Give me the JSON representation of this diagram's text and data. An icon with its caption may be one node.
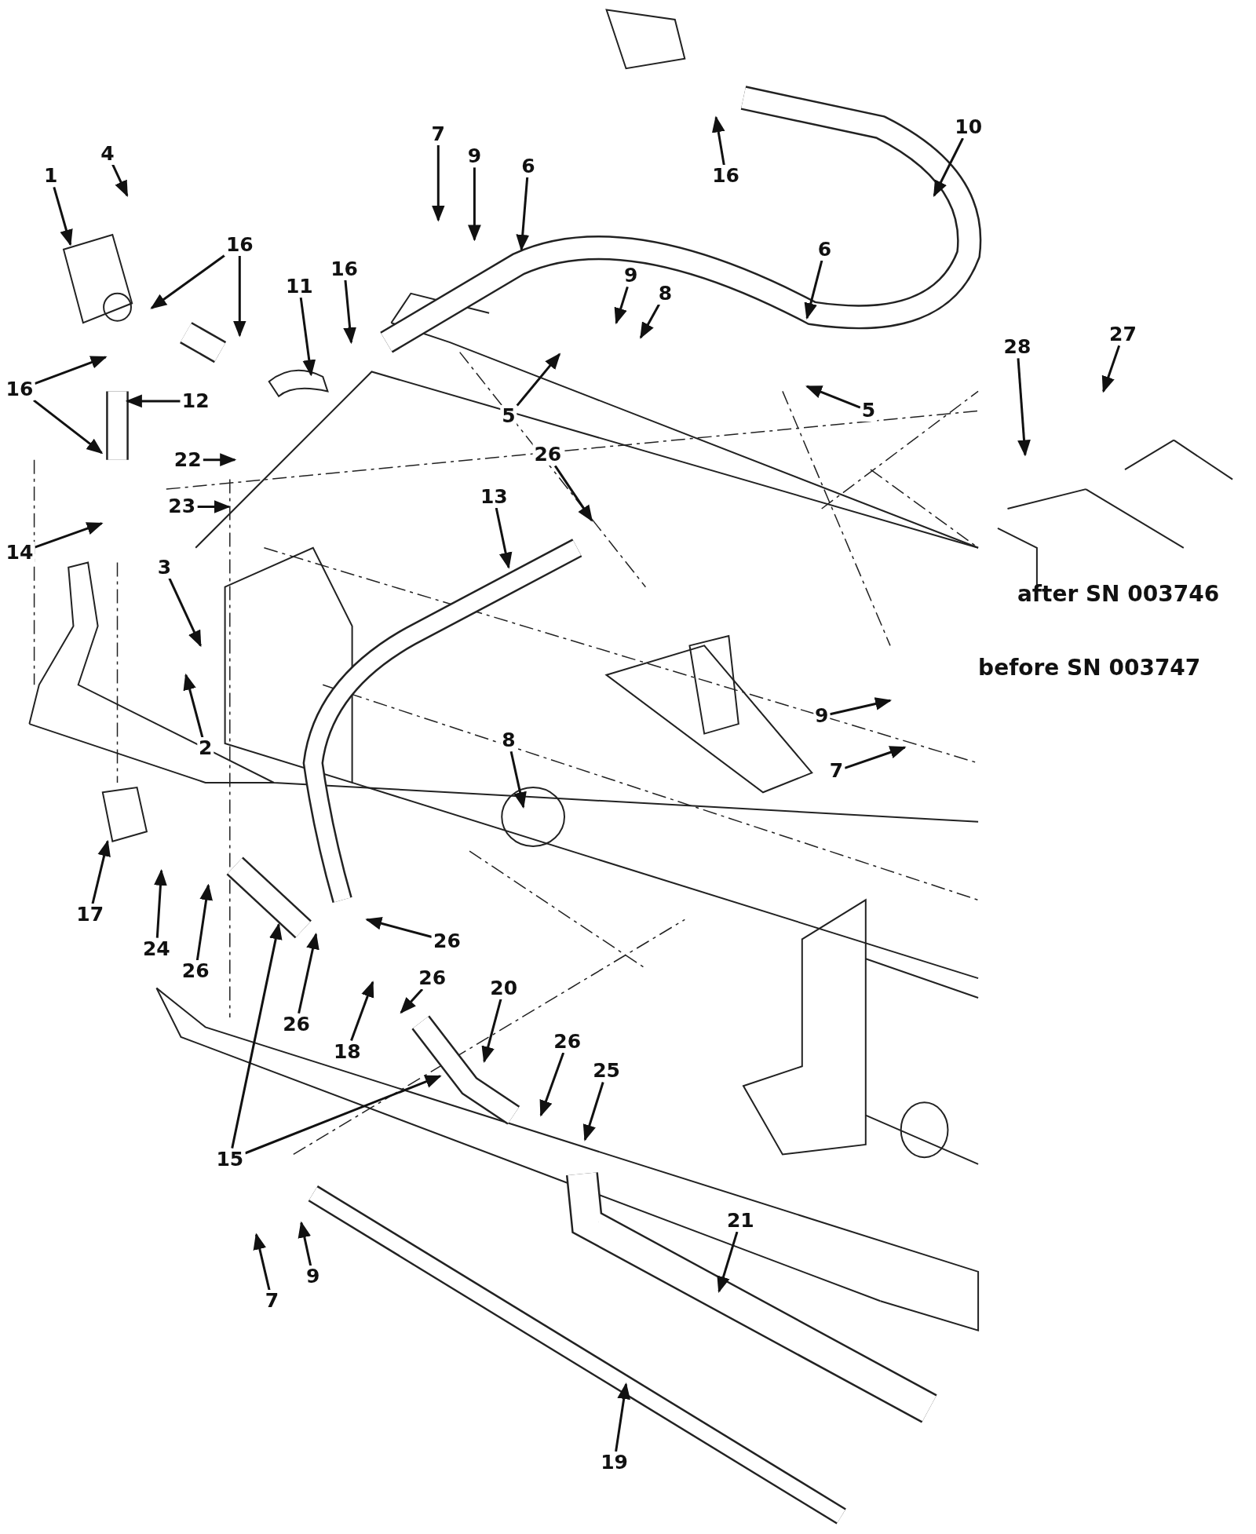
{
  "diagram": {
    "nodes": [
      {
        "text": [
          "1"
        ]
      },
      {
        "text": [
          "4"
        ]
      },
      {
        "text": [
          "16"
        ]
      },
      {
        "text": [
          "16"
        ]
      },
      {
        "text": [
          "11"
        ]
      },
      {
        "text": [
          "16"
        ]
      },
      {
        "text": [
          "12"
        ]
      },
      {
        "text": [
          "22"
        ]
      },
      {
        "text": [
          "23"
        ]
      },
      {
        "text": [
          "14"
        ]
      },
      {
        "text": [
          "3"
        ]
      },
      {
        "text": [
          "2"
        ]
      },
      {
        "text": [
          "7"
        ]
      },
      {
        "text": [
          "9"
        ]
      },
      {
        "text": [
          "6"
        ]
      },
      {
        "text": [
          "9"
        ]
      },
      {
        "text": [
          "8"
        ]
      },
      {
        "text": [
          "6"
        ]
      },
      {
        "text": [
          "5"
        ]
      },
      {
        "text": [
          "5"
        ]
      },
      {
        "text": [
          "10"
        ]
      },
      {
        "text": [
          "16"
        ]
      },
      {
        "text": [
          "28"
        ]
      },
      {
        "text": [
          "27"
        ]
      },
      {
        "text": [
          "26"
        ]
      },
      {
        "text": [
          "13"
        ]
      },
      {
        "text": [
          "9"
        ]
      },
      {
        "text": [
          "7"
        ]
      },
      {
        "text": [
          "8"
        ]
      },
      {
        "text": [
          "17"
        ]
      },
      {
        "text": [
          "24"
        ]
      },
      {
        "text": [
          "26"
        ]
      },
      {
        "text": [
          "15"
        ]
      },
      {
        "text": [
          "26"
        ]
      },
      {
        "text": [
          "26"
        ]
      },
      {
        "text": [
          "18"
        ]
      },
      {
        "text": [
          "26"
        ]
      },
      {
        "text": [
          "20"
        ]
      },
      {
        "text": [
          "26"
        ]
      },
      {
        "text": [
          "25"
        ]
      },
      {
        "text": [
          "21"
        ]
      },
      {
        "text": [
          "7"
        ]
      },
      {
        "text": [
          "9"
        ]
      },
      {
        "text": [
          "19"
        ]
      }
    ],
    "edges": [
      {
        "from": 0,
        "to": null,
        "arrow": "to"
      },
      {
        "from": 1,
        "to": null,
        "arrow": "to"
      },
      {
        "from": 2,
        "to": null,
        "arrow": "to"
      },
      {
        "from": 2,
        "to": null,
        "arrow": "to"
      },
      {
        "from": 3,
        "to": null,
        "arrow": "to"
      },
      {
        "from": 4,
        "to": null,
        "arrow": "to"
      },
      {
        "from": 5,
        "to": null,
        "arrow": "to"
      },
      {
        "from": 5,
        "to": null,
        "arrow": "to"
      },
      {
        "from": 6,
        "to": null,
        "arrow": "to"
      },
      {
        "from": 7,
        "to": null,
        "arrow": "to"
      },
      {
        "from": 8,
        "to": null,
        "arrow": "to"
      },
      {
        "from": 9,
        "to": null,
        "arrow": "to"
      },
      {
        "from": 10,
        "to": null,
        "arrow": "to"
      },
      {
        "from": 11,
        "to": null,
        "arrow": "to"
      },
      {
        "from": 12,
        "to": null,
        "arrow": "to"
      },
      {
        "from": 13,
        "to": null,
        "arrow": "to"
      },
      {
        "from": 14,
        "to": null,
        "arrow": "to"
      },
      {
        "from": 15,
        "to": null,
        "arrow": "to"
      },
      {
        "from": 16,
        "to": null,
        "arrow": "to"
      },
      {
        "from": 17,
        "to": null,
        "arrow": "to"
      },
      {
        "from": 18,
        "to": null,
        "arrow": "to"
      },
      {
        "from": 19,
        "to": null,
        "arrow": "to"
      },
      {
        "from": 20,
        "to": null,
        "arrow": "to"
      },
      {
        "from": 21,
        "to": null,
        "arrow": "to"
      },
      {
        "from": 22,
        "to": null,
        "arrow": "to"
      },
      {
        "from": 23,
        "to": null,
        "arrow": "to"
      },
      {
        "from": 24,
        "to": null,
        "arrow": "to"
      },
      {
        "from": 25,
        "to": null,
        "arrow": "to"
      },
      {
        "from": 26,
        "to": null,
        "arrow": "to"
      },
      {
        "from": 27,
        "to": null,
        "arrow": "to"
      },
      {
        "from": 28,
        "to": null,
        "arrow": "to"
      },
      {
        "from": 29,
        "to": null,
        "arrow": "to"
      },
      {
        "from": 30,
        "to": null,
        "arrow": "to"
      },
      {
        "from": 31,
        "to": null,
        "arrow": "to"
      },
      {
        "from": 32,
        "to": null,
        "arrow": "to"
      },
      {
        "from": 32,
        "to": null,
        "arrow": "to"
      },
      {
        "from": 33,
        "to": null,
        "arrow": "to"
      },
      {
        "from": 34,
        "to": null,
        "arrow": "to"
      },
      {
        "from": 35,
        "to": null,
        "arrow": "to"
      },
      {
        "from": 36,
        "to": null,
        "arrow": "to"
      },
      {
        "from": 37,
        "to": null,
        "arrow": "to"
      },
      {
        "from": 38,
        "to": null,
        "arrow": "to"
      },
      {
        "from": 39,
        "to": null,
        "arrow": "to"
      },
      {
        "from": 40,
        "to": null,
        "arrow": "to"
      },
      {
        "from": 41,
        "to": null,
        "arrow": "to"
      },
      {
        "from": 42,
        "to": null,
        "arrow": "to"
      },
      {
        "from": 43,
        "to": null,
        "arrow": "to"
      }
    ],
    "labels": [
      "after SN 003746",
      "before SN 003747"
    ]
  }
}
